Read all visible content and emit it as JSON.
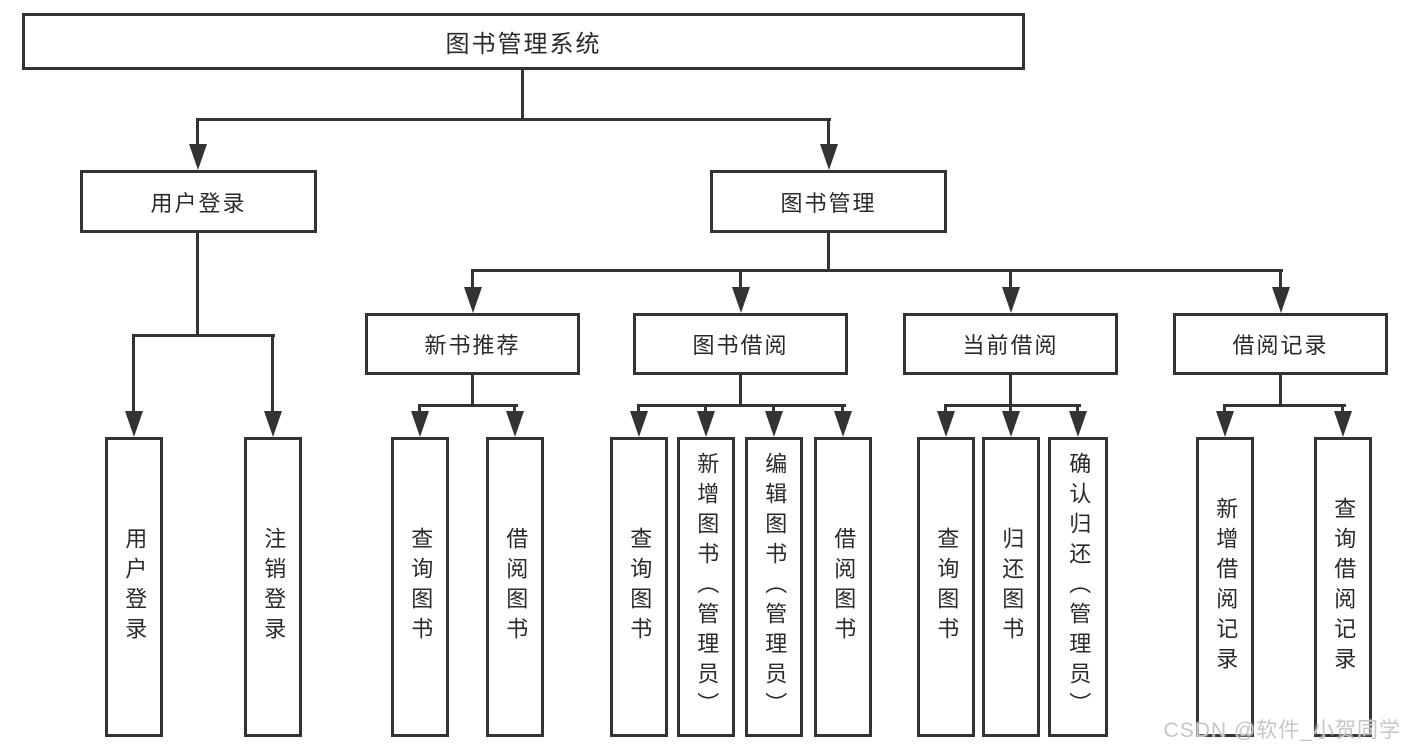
{
  "diagram": {
    "root": {
      "label": "图书管理系统"
    },
    "level2": [
      {
        "label": "用户登录"
      },
      {
        "label": "图书管理"
      }
    ],
    "level3": [
      {
        "label": "新书推荐"
      },
      {
        "label": "图书借阅"
      },
      {
        "label": "当前借阅"
      },
      {
        "label": "借阅记录"
      }
    ],
    "leaves": {
      "user_login": [
        "用户登录",
        "注销登录"
      ],
      "new_book": [
        "查询图书",
        "借阅图书"
      ],
      "book_borrow": [
        "查询图书",
        "新增图书（管理员）",
        "编辑图书（管理员）",
        "借阅图书"
      ],
      "current_borrow": [
        "查询图书",
        "归还图书",
        "确认归还（管理员）"
      ],
      "borrow_record": [
        "新增借阅记录",
        "查询借阅记录"
      ]
    }
  },
  "watermark": "CSDN @软件_小贺同学",
  "colors": {
    "line": "#333333",
    "box_background": "#ffffff",
    "text": "#2a2a2a",
    "watermark": "#c6c6c6"
  }
}
